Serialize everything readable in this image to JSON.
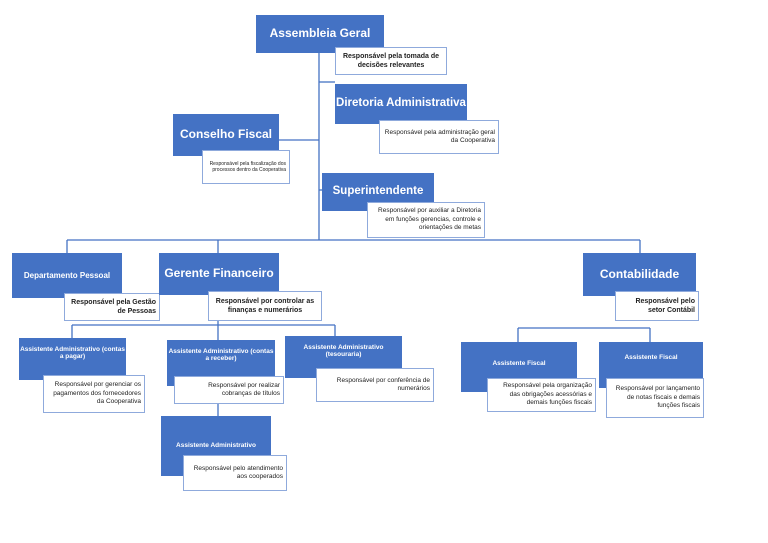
{
  "nodes": {
    "assembleia": {
      "title": "Assembleia Geral",
      "desc": "Responsável pela tomada de decisões relevantes"
    },
    "diretoria": {
      "title": "Diretoria Administrativa",
      "desc": "Responsável pela administração geral da Cooperativa"
    },
    "conselho": {
      "title": "Conselho Fiscal",
      "desc": "Responsável pela fiscalização dos processos dentro da Cooperativa"
    },
    "superintendente": {
      "title": "Superintendente",
      "desc": "Responsável por auxiliar a Diretoria em funções gerencias, controle e orientações de metas"
    },
    "dep_pessoal": {
      "title": "Departamento Pessoal",
      "desc": "Responsável pela Gestão de Pessoas"
    },
    "gerente_fin": {
      "title": "Gerente Financeiro",
      "desc": "Responsável por controlar as finanças e numerários"
    },
    "contabilidade": {
      "title": "Contabilidade",
      "desc": "Responsável pelo setor Contábil"
    },
    "assist_pagar": {
      "title": "Assistente Administrativo (contas a pagar)",
      "desc": "Responsável por gerenciar os pagamentos dos fornecedores da Cooperativa"
    },
    "assist_receber": {
      "title": "Assistente Administrativo (contas a receber)",
      "desc": "Responsável por realizar cobranças de títulos"
    },
    "assist_tesouraria": {
      "title": "Assistente Administrativo (tesouraria)",
      "desc": "Responsável por conferência de numerários"
    },
    "assist_atend": {
      "title": "Assistente Administrativo",
      "desc": "Responsável pelo atendimento aos cooperados"
    },
    "assist_fiscal_1": {
      "title": "Assistente Fiscal",
      "desc": "Responsável pela organização das obrigações acessórias e demais funções fiscais"
    },
    "assist_fiscal_2": {
      "title": "Assistente Fiscal",
      "desc": "Responsável por lançamento de notas fiscais e demais funções fiscais"
    }
  },
  "colors": {
    "box": "#4472c4",
    "line": "#4472c4",
    "note_border": "#8faadc"
  }
}
